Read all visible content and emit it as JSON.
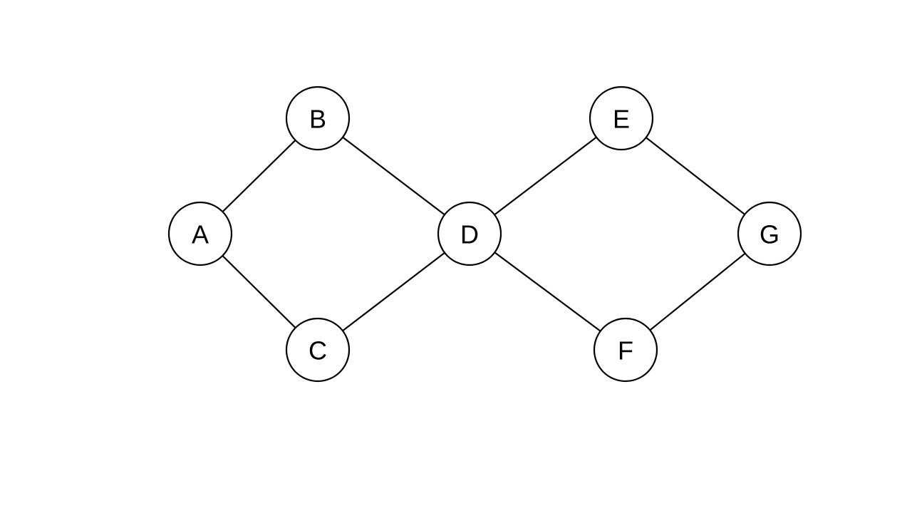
{
  "diagram": {
    "type": "undirected-graph",
    "colors": {
      "background": "#ffffff",
      "stroke": "#000000",
      "node_fill": "#ffffff",
      "text": "#000000"
    },
    "nodes": [
      {
        "id": "A",
        "label": "A"
      },
      {
        "id": "B",
        "label": "B"
      },
      {
        "id": "C",
        "label": "C"
      },
      {
        "id": "D",
        "label": "D"
      },
      {
        "id": "E",
        "label": "E"
      },
      {
        "id": "F",
        "label": "F"
      },
      {
        "id": "G",
        "label": "G"
      }
    ],
    "edges": [
      {
        "from": "A",
        "to": "B"
      },
      {
        "from": "A",
        "to": "C"
      },
      {
        "from": "B",
        "to": "D"
      },
      {
        "from": "C",
        "to": "D"
      },
      {
        "from": "D",
        "to": "E"
      },
      {
        "from": "D",
        "to": "F"
      },
      {
        "from": "E",
        "to": "G"
      },
      {
        "from": "F",
        "to": "G"
      }
    ]
  }
}
